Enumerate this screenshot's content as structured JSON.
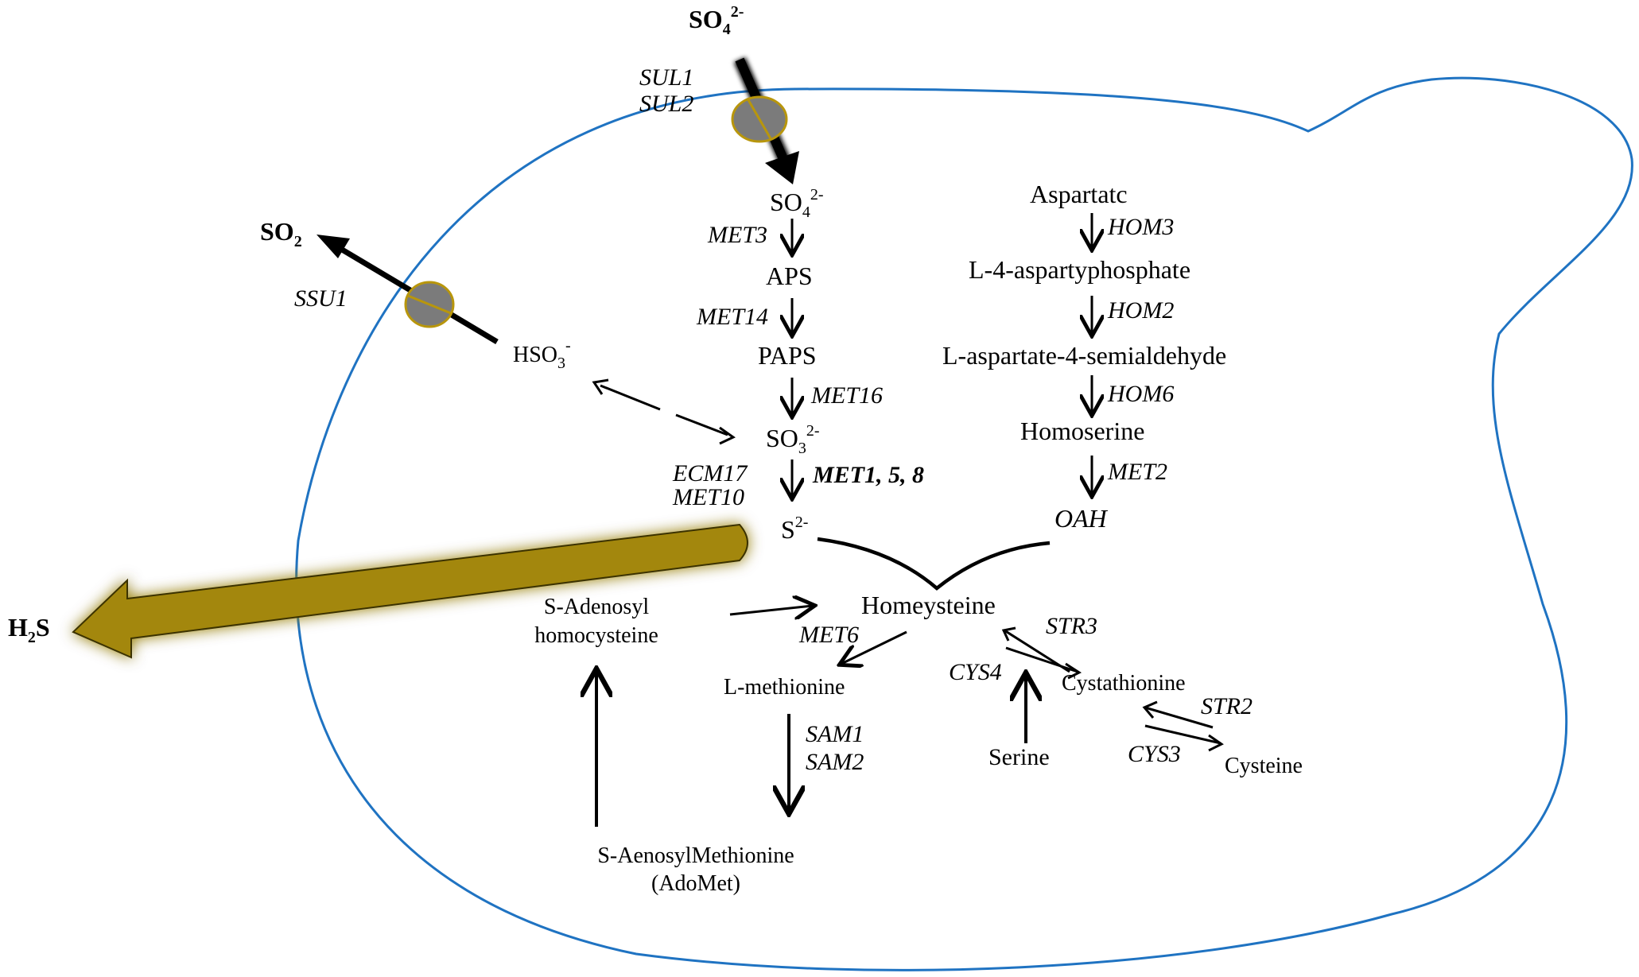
{
  "colors": {
    "cell_outline": "#1f73c2",
    "channel_fill": "#7b7b7b",
    "channel_border": "#b8960c",
    "h2s_arrow": "#a3870a",
    "text": "#000000"
  },
  "external": {
    "so4_label": "SO",
    "so4_sub": "4",
    "so4_sup": "2-",
    "so2_label": "SO",
    "so2_sub": "2",
    "h2s_label": "H",
    "h2s_sub": "2",
    "h2s_tail": "S"
  },
  "transporters": {
    "sul1": "SUL1",
    "sul2": "SUL2",
    "ssu1": "SSU1"
  },
  "sulfate_pathway": {
    "so4_label": "SO",
    "so4_sub": "4",
    "so4_sup": "2-",
    "met3": "MET3",
    "aps": "APS",
    "met14": "MET14",
    "paps": "PAPS",
    "met16": "MET16",
    "so3_label": "SO",
    "so3_sub": "3",
    "so3_sup": "2-",
    "ecm17": "ECM17",
    "met10": "MET10",
    "met158": "MET1, 5, 8",
    "s_label": "S",
    "s_sup": "2-",
    "hso3_label": "HSO",
    "hso3_sub": "3",
    "hso3_sup": "-"
  },
  "aspartate_pathway": {
    "aspartate": "Aspartatc",
    "hom3": "HOM3",
    "asp_phosphate": "L-4-aspartyphosphate",
    "hom2": "HOM2",
    "semialdehyde": "L-aspartate-4-semialdehyde",
    "hom6": "HOM6",
    "homoserine": "Homoserine",
    "met2": "MET2",
    "oah": "OAH"
  },
  "methionine_cycle": {
    "homocysteine": "Homeysteine",
    "met6": "MET6",
    "methionine": "L-methionine",
    "sam1": "SAM1",
    "sam2": "SAM2",
    "adomet_line1": "S-AenosylMethionine",
    "adomet_line2": "(AdoMet)",
    "sah_line1": "S-Adenosyl",
    "sah_line2": "homocysteine"
  },
  "transsulfuration": {
    "str3": "STR3",
    "cys4": "CYS4",
    "cystathionine": "Cystathionine",
    "serine": "Serine",
    "str2": "STR2",
    "cys3": "CYS3",
    "cysteine": "Cysteine"
  }
}
